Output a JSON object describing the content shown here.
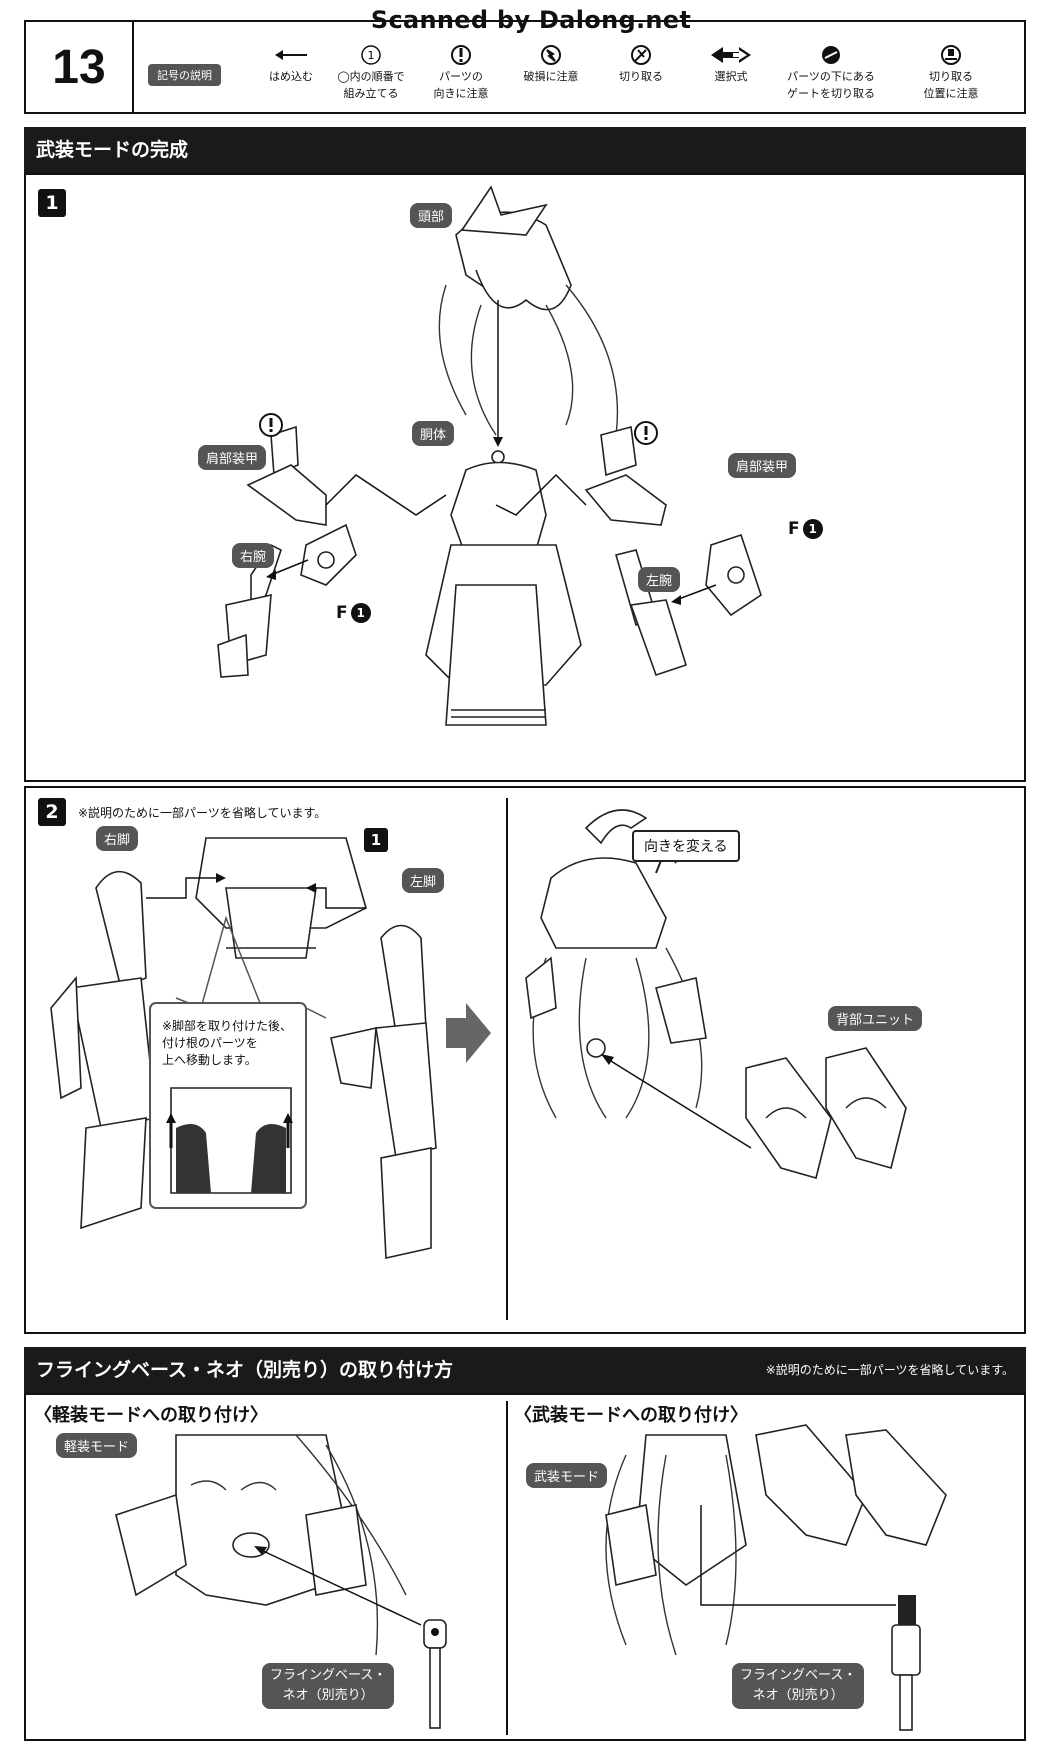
{
  "watermark": "Scanned by Dalong.net",
  "legend": {
    "page_number": "13",
    "chip": "記号の説明",
    "items": [
      {
        "icon": "arrow-left-icon",
        "line1": "はめ込む",
        "line2": ""
      },
      {
        "icon": "circled-number-icon",
        "symbol": "1",
        "line1": "◯内の順番で",
        "line2": "組み立てる"
      },
      {
        "icon": "exclamation-icon",
        "line1": "パーツの",
        "line2": "向きに注意"
      },
      {
        "icon": "breakage-icon",
        "line1": "破損に注意",
        "line2": ""
      },
      {
        "icon": "cut-icon",
        "line1": "切り取る",
        "line2": ""
      },
      {
        "icon": "double-arrow-icon",
        "line1": "選択式",
        "line2": ""
      },
      {
        "icon": "gate-cut-icon",
        "line1": "パーツの下にある",
        "line2": "ゲートを切り取る"
      },
      {
        "icon": "cut-position-icon",
        "line1": "切り取る",
        "line2": "位置に注意"
      }
    ]
  },
  "section1": {
    "title": "武装モードの完成",
    "step1": {
      "number": "1",
      "labels": {
        "head": "頭部",
        "torso": "胴体",
        "shoulder_right": "肩部装甲",
        "shoulder_left": "肩部装甲",
        "right_arm": "右腕",
        "left_arm": "左腕",
        "f_label_left": "F",
        "f_label_right": "F",
        "f_number": "1"
      }
    },
    "step2": {
      "number": "2",
      "note": "※説明のために一部パーツを省略しています。",
      "ref_badge": "1",
      "labels": {
        "right_leg": "右脚",
        "left_leg": "左脚",
        "turn": "向きを変える",
        "back_unit": "背部ユニット"
      },
      "inset_note": [
        "※脚部を取り付けた後、",
        "付け根のパーツを",
        "上へ移動します。"
      ]
    }
  },
  "section2": {
    "title": "フライングベース・ネオ（別売り）の取り付け方",
    "note": "※説明のために一部パーツを省略しています。",
    "light": {
      "heading": "〈軽装モードへの取り付け〉",
      "mode_tag": "軽装モード",
      "base_label": [
        "フライングベース・",
        "ネオ（別売り）"
      ]
    },
    "armed": {
      "heading": "〈武装モードへの取り付け〉",
      "mode_tag": "武装モード",
      "base_label": [
        "フライングベース・",
        "ネオ（別売り）"
      ]
    }
  }
}
